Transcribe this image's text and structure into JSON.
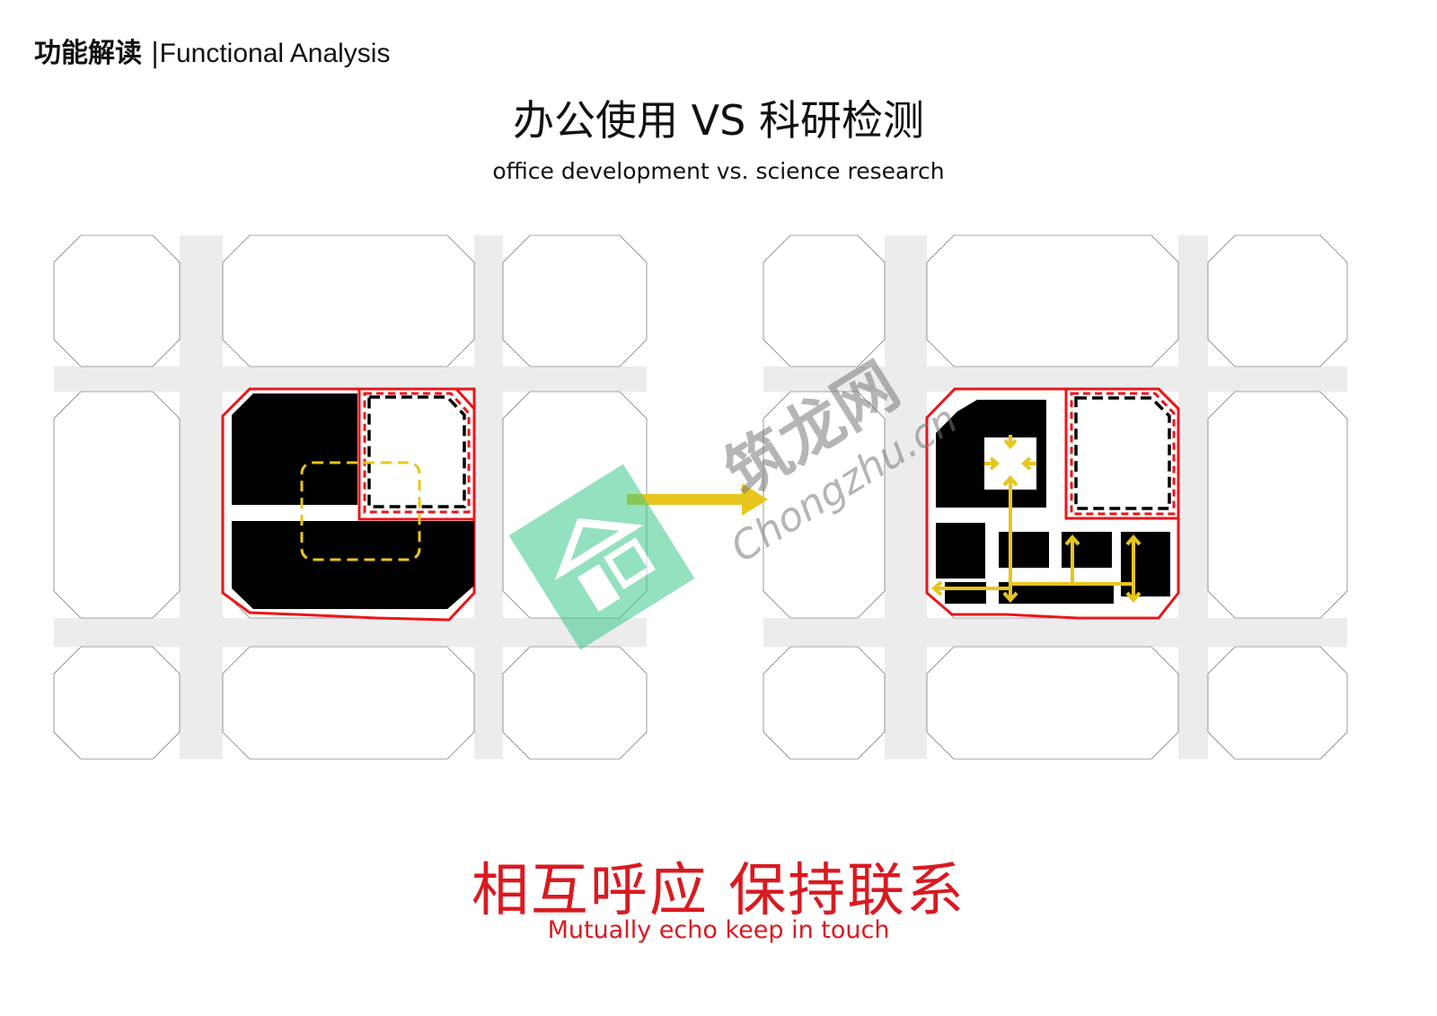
{
  "header": {
    "cn": "功能解读",
    "sep": "|",
    "en": "Functional Analysis"
  },
  "title": "办公使用 VS 科研检测",
  "subtitle": "office development vs. science research",
  "slogan": "相互呼应  保持联系",
  "slogan_en": "Mutually echo keep in touch",
  "watermark": {
    "cn": "筑龙网",
    "en": "Chongzhu.cn",
    "icon": "house-logo-icon"
  },
  "colors": {
    "road": "#ececec",
    "red": "#e8161b",
    "yellow": "#e8c51c",
    "black": "#000000",
    "arrow_green": "#8cc63f"
  }
}
